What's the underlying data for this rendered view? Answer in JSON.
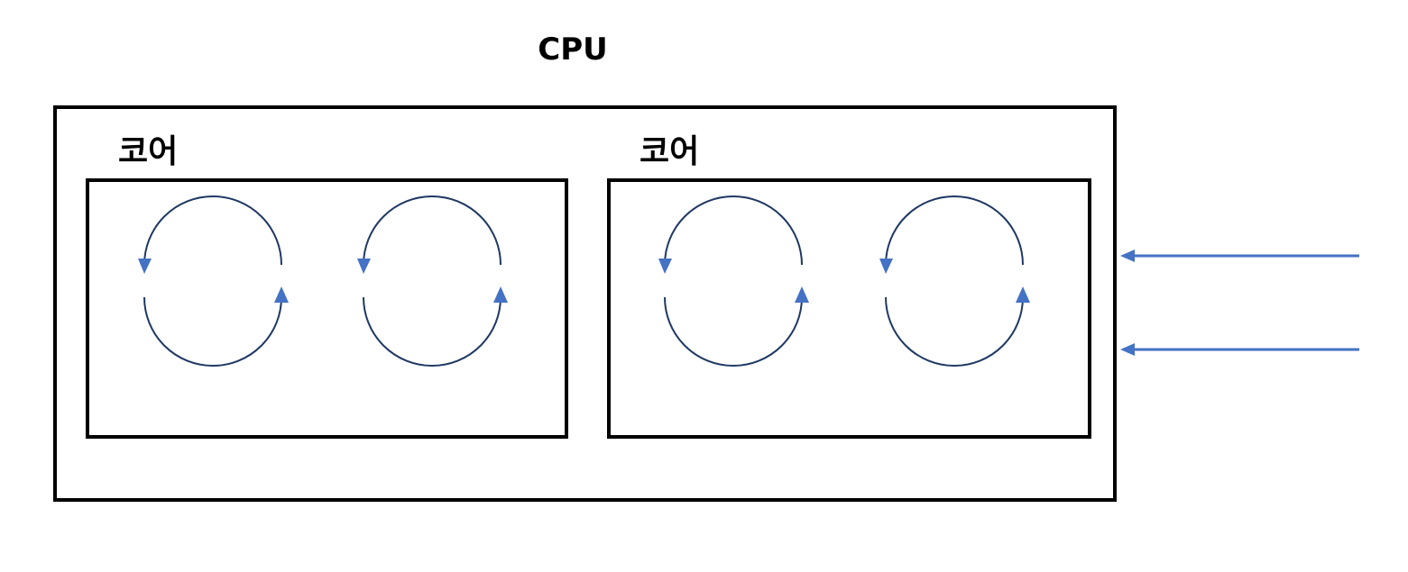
{
  "cpu": {
    "title": "CPU"
  },
  "cores": [
    {
      "label": "코어",
      "thread_count": 2
    },
    {
      "label": "코어",
      "thread_count": 2
    }
  ],
  "input_arrows": {
    "count": 2
  },
  "colors": {
    "border": "#000000",
    "cycle_stroke": "#1f3864",
    "arrowhead_fill": "#4472c4",
    "input_arrow": "#4472c4",
    "background": "#ffffff"
  },
  "icons": {
    "thread_cycle": "circular-cycle-arrow-icon",
    "input_arrow": "left-arrow-icon"
  }
}
